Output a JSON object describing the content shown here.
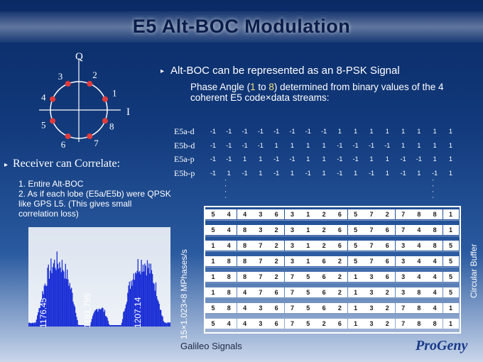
{
  "slide": {
    "title": "E5 Alt-BOC Modulation",
    "colors": {
      "background_top": "#0a2a66",
      "background_bottom": "#c9d6ea",
      "constellation_point": "#e23b3b",
      "table_fill": "#ffffff"
    }
  },
  "constellation": {
    "q_axis_label": "Q",
    "i_axis_label": "I",
    "phase_labels": [
      "1",
      "2",
      "3",
      "4",
      "5",
      "6",
      "7",
      "8"
    ]
  },
  "bullets": {
    "b1_icon": "triangle-bullet-icon",
    "b1_text": "Alt-BOC can be represented as an 8-PSK Signal",
    "b1_sub_pre": "Phase Angle (",
    "b1_sub_1": "1",
    "b1_sub_mid": " to ",
    "b1_sub_8": "8",
    "b1_sub_post": ") determined from binary values of the 4 coherent E5 code×data streams:",
    "b2_text": "Receiver can Correlate:",
    "list_item_1": "1.  Entire Alt-BOC",
    "list_item_2": "2.  As if each lobe (E5a/E5b) were QPSK like GPS L5.  (This gives small correlation loss)"
  },
  "streams": {
    "labels": [
      "E5a-d",
      "E5b-d",
      "E5a-p",
      "E5b-p"
    ],
    "rows": [
      [
        "-1",
        "-1",
        "-1",
        "-1",
        "-1",
        "-1",
        "-1",
        "-1",
        "1",
        "1",
        "1",
        "1",
        "1",
        "1",
        "1",
        "1"
      ],
      [
        "-1",
        "-1",
        "-1",
        "-1",
        "1",
        "1",
        "1",
        "1",
        "-1",
        "-1",
        "-1",
        "-1",
        "1",
        "1",
        "1",
        "1"
      ],
      [
        "-1",
        "-1",
        "1",
        "1",
        "-1",
        "-1",
        "1",
        "1",
        "-1",
        "-1",
        "1",
        "1",
        "-1",
        "-1",
        "1",
        "1"
      ],
      [
        "-1",
        "1",
        "-1",
        "1",
        "-1",
        "1",
        "-1",
        "1",
        "-1",
        "1",
        "-1",
        "1",
        "-1",
        "1",
        "-1",
        "1"
      ]
    ]
  },
  "buffer": {
    "y_label": "15×1.023×8 MPhases/s",
    "side_label": "Circular Buffer",
    "rows": [
      [
        "5",
        "4",
        "4",
        "3",
        "6",
        "3",
        "1",
        "2",
        "6",
        "5",
        "7",
        "2",
        "7",
        "8",
        "8",
        "1"
      ],
      [
        "5",
        "4",
        "8",
        "3",
        "2",
        "3",
        "1",
        "2",
        "6",
        "5",
        "7",
        "6",
        "7",
        "4",
        "8",
        "1"
      ],
      [
        "1",
        "4",
        "8",
        "7",
        "2",
        "3",
        "1",
        "2",
        "6",
        "5",
        "7",
        "6",
        "3",
        "4",
        "8",
        "5"
      ],
      [
        "1",
        "8",
        "8",
        "7",
        "2",
        "3",
        "1",
        "6",
        "2",
        "5",
        "7",
        "6",
        "3",
        "4",
        "4",
        "5"
      ],
      [
        "1",
        "8",
        "8",
        "7",
        "2",
        "7",
        "5",
        "6",
        "2",
        "1",
        "3",
        "6",
        "3",
        "4",
        "4",
        "5"
      ],
      [
        "1",
        "8",
        "4",
        "7",
        "6",
        "7",
        "5",
        "6",
        "2",
        "1",
        "3",
        "2",
        "3",
        "8",
        "4",
        "5"
      ],
      [
        "5",
        "8",
        "4",
        "3",
        "6",
        "7",
        "5",
        "6",
        "2",
        "1",
        "3",
        "2",
        "7",
        "8",
        "4",
        "1"
      ],
      [
        "5",
        "4",
        "4",
        "3",
        "6",
        "7",
        "5",
        "2",
        "6",
        "1",
        "3",
        "2",
        "7",
        "8",
        "8",
        "1"
      ]
    ]
  },
  "spectrum": {
    "freq_labels": [
      "1176.45",
      "1191.795",
      "1207.14"
    ],
    "fill_color": "#1b2fd6"
  },
  "footer": {
    "caption": "Galileo Signals",
    "logo": "ProGeny"
  }
}
